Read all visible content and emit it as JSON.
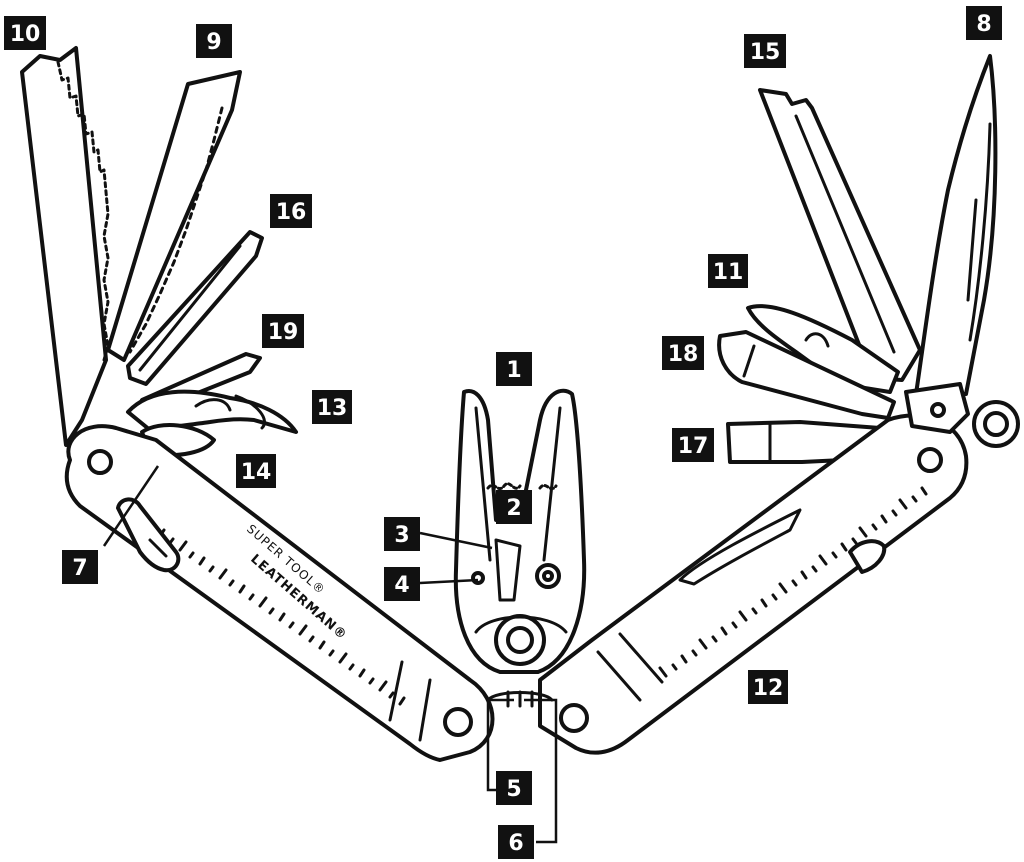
{
  "diagram": {
    "callouts": [
      {
        "id": "c1",
        "label": "1"
      },
      {
        "id": "c2",
        "label": "2"
      },
      {
        "id": "c3",
        "label": "3"
      },
      {
        "id": "c4",
        "label": "4"
      },
      {
        "id": "c5",
        "label": "5"
      },
      {
        "id": "c6",
        "label": "6"
      },
      {
        "id": "c7",
        "label": "7"
      },
      {
        "id": "c8",
        "label": "8"
      },
      {
        "id": "c9",
        "label": "9"
      },
      {
        "id": "c10",
        "label": "10"
      },
      {
        "id": "c11",
        "label": "11"
      },
      {
        "id": "c12",
        "label": "12"
      },
      {
        "id": "c13",
        "label": "13"
      },
      {
        "id": "c14",
        "label": "14"
      },
      {
        "id": "c15",
        "label": "15"
      },
      {
        "id": "c16",
        "label": "16"
      },
      {
        "id": "c17",
        "label": "17"
      },
      {
        "id": "c18",
        "label": "18"
      },
      {
        "id": "c19",
        "label": "19"
      }
    ],
    "handle_engraving": {
      "brand": "LEATHERMAN®",
      "model": "SUPER TOOL®"
    }
  }
}
